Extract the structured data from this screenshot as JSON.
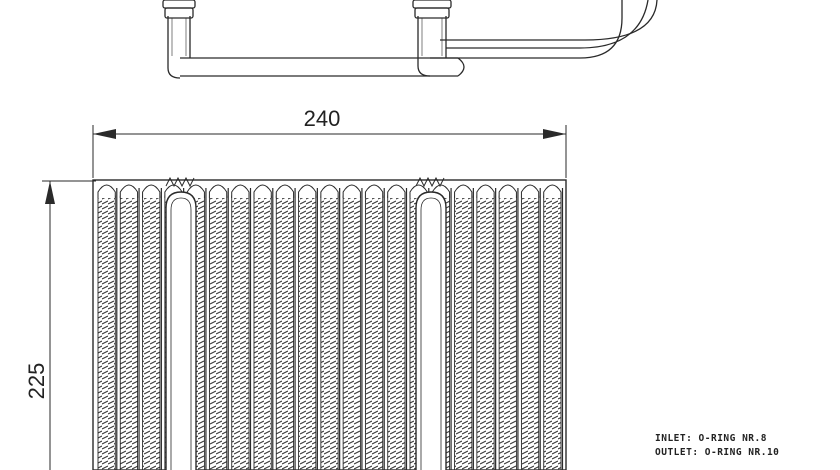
{
  "dimensions": {
    "width_label": "240",
    "height_label": "225"
  },
  "notes": {
    "inlet": "INLET: O-RING NR.8",
    "outlet": "OUTLET: O-RING NR.10"
  },
  "drawing": {
    "line_color": "#2a2a2a",
    "fin_count": 21
  }
}
